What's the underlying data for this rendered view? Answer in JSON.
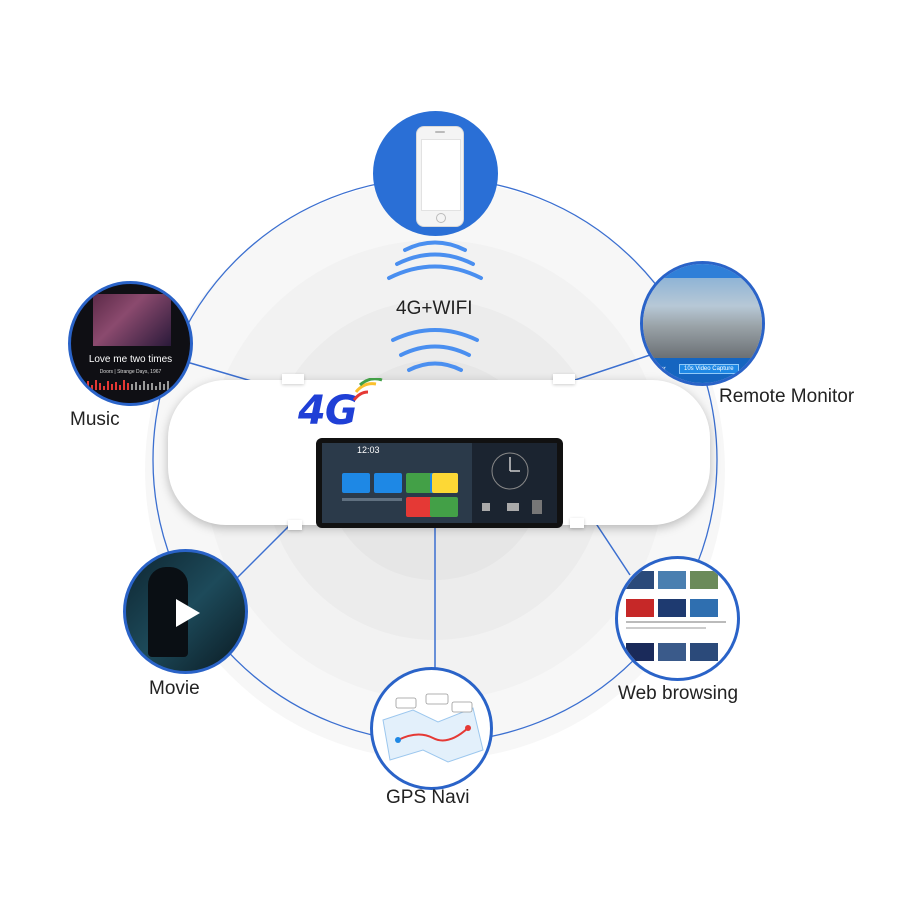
{
  "labels": {
    "wifi": "4G+WIFI",
    "music": "Music",
    "remote": "Remote Monitor",
    "movie": "Movie",
    "web": "Web browsing",
    "gps": "GPS Navi"
  },
  "badge": "4G",
  "music_screen": {
    "song": "Love me two times",
    "artist": "Doors | Strange Days, 1967"
  },
  "remote_screen": {
    "capture_button": "10s Video Capture"
  },
  "device_screen": {
    "time": "12:03"
  },
  "colors": {
    "accent": "#2a63c8",
    "badge_blue": "#1f3fd6",
    "ring_gray": "#f1f1f1",
    "tile_blue": "#1e88e5",
    "tile_green": "#43a047",
    "tile_yellow": "#fdd835",
    "tile_red": "#e53935",
    "tile_purple": "#8e24aa"
  }
}
